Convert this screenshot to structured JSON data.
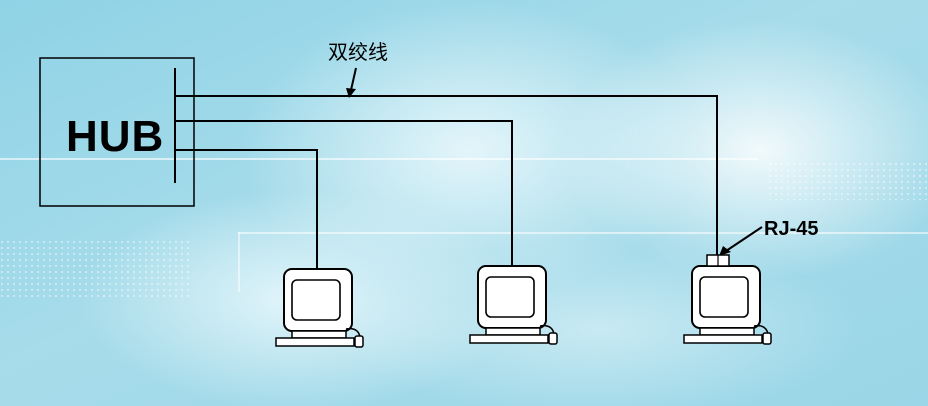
{
  "hub": {
    "label": "HUB"
  },
  "cable": {
    "label": "双绞线"
  },
  "connector": {
    "label": "RJ-45"
  },
  "computers": [
    {
      "id": "pc-1"
    },
    {
      "id": "pc-2"
    },
    {
      "id": "pc-3",
      "has_rj45": true
    }
  ],
  "colors": {
    "background_light": "#e4f5fa",
    "background_mid": "#a9dbea",
    "background_deep": "#7ccbe0",
    "line": "#000000",
    "hub_fill": "#bfe7f2"
  }
}
